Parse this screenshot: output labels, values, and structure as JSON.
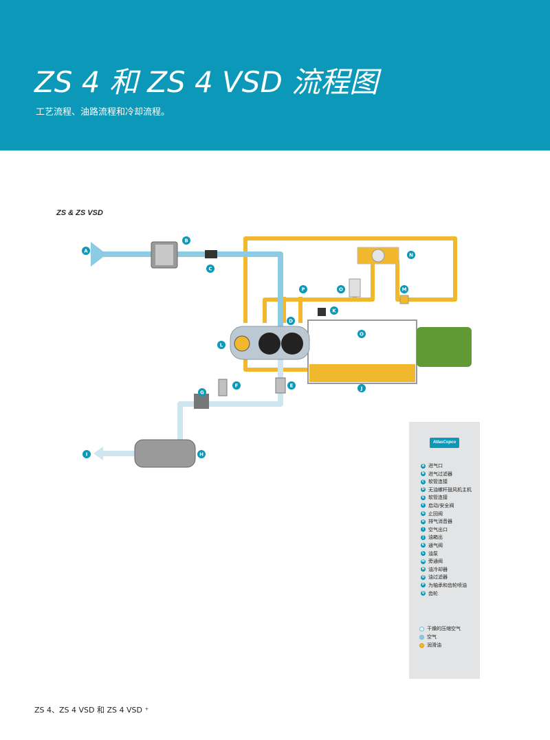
{
  "header": {
    "title": "ZS 4 和 ZS 4 VSD 流程图",
    "subtitle": "工艺流程、油路流程和冷却流程。"
  },
  "diagram": {
    "label": "ZS & ZS VSD",
    "badges": [
      "A",
      "B",
      "C",
      "D",
      "E",
      "F",
      "G",
      "H",
      "I",
      "J",
      "K",
      "L",
      "M",
      "N",
      "O",
      "O",
      "P"
    ]
  },
  "legend": {
    "logo_text": "AtlasCopco",
    "items": [
      {
        "key": "A",
        "label": "进气口"
      },
      {
        "key": "B",
        "label": "进气过滤器"
      },
      {
        "key": "C",
        "label": "软管连接"
      },
      {
        "key": "D",
        "label": "无油螺杆鼓风机主机"
      },
      {
        "key": "E",
        "label": "软管连接"
      },
      {
        "key": "F",
        "label": "启动/安全阀"
      },
      {
        "key": "G",
        "label": "止回阀"
      },
      {
        "key": "H",
        "label": "排气消音器"
      },
      {
        "key": "I",
        "label": "空气出口"
      },
      {
        "key": "J",
        "label": "油箱出"
      },
      {
        "key": "K",
        "label": "通气阀"
      },
      {
        "key": "L",
        "label": "油泵"
      },
      {
        "key": "M",
        "label": "旁通阀"
      },
      {
        "key": "N",
        "label": "油冷却器"
      },
      {
        "key": "O",
        "label": "油过滤器"
      },
      {
        "key": "P",
        "label": "为轴承和齿轮喷油"
      },
      {
        "key": "Q",
        "label": "齿轮"
      }
    ],
    "media": [
      {
        "label": "干燥的压缩空气",
        "color": "#eaf4f9"
      },
      {
        "label": "空气",
        "color": "#8ccbe4"
      },
      {
        "label": "润滑油",
        "color": "#f1b82d"
      }
    ]
  },
  "colors": {
    "brand": "#0c98b8",
    "air": "#8ccbe4",
    "compressed_air": "#cfe6f1",
    "oil": "#f1b82d",
    "motor": "#5f9a36"
  },
  "footer": {
    "text": "ZS 4、ZS 4 VSD 和 ZS 4 VSD ⁺"
  }
}
